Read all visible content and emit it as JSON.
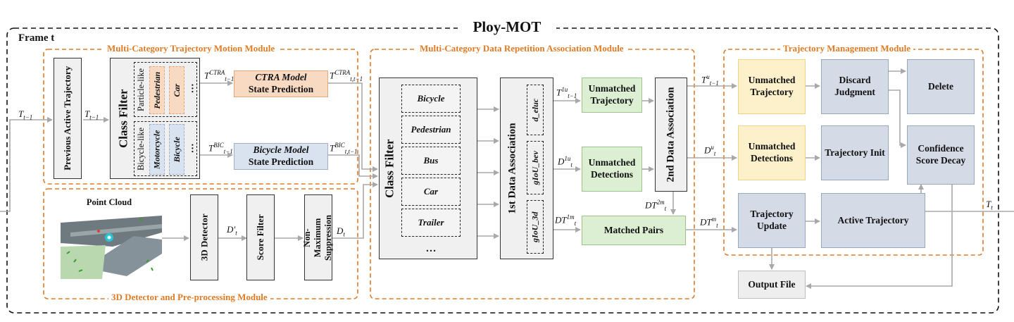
{
  "title": "Ploy-MOT",
  "frame_label": "Frame t",
  "modules": {
    "motion": "Multi-Category Trajectory Motion Module",
    "association": "Multi-Category Data Repetition Association Module",
    "management": "Trajectory Management Module",
    "detector": "3D Detector and Pre-processing Module"
  },
  "motion": {
    "previous_active": "Previous Active Trajectory",
    "class_filter": "Class Filter",
    "particle_like": "Particle-like",
    "pedestrian": "Pedestrian",
    "car": "Car",
    "bicycle_like": "Bicycle-like",
    "motorcycle": "Motorcycle",
    "bicycle": "Bicycle",
    "ellipsis": "…",
    "ctra_title": "CTRA Model",
    "ctra_sub": "State Prediction",
    "bicycle_title": "Bicycle Model",
    "bicycle_sub": "State Prediction"
  },
  "detector": {
    "point_cloud": "Point Cloud",
    "detector_3d": "3D Detector",
    "score_filter": "Score Filter",
    "nms": "Non-Maximum Suppression"
  },
  "association": {
    "class_filter": "Class Filter",
    "classes": [
      "Bicycle",
      "Pedestrian",
      "Bus",
      "Car",
      "Trailer"
    ],
    "ellipsis": "…",
    "first_assoc": "1st Data Association",
    "metrics": [
      "d_eluc",
      "gIoU_bev",
      "gIoU_3d"
    ],
    "unmatched_traj": "Unmatched Trajectory",
    "unmatched_det": "Unmatched Detections",
    "matched_pairs": "Matched Pairs",
    "second_assoc": "2nd Data Association"
  },
  "management": {
    "unmatched_traj": "Unmatched Trajectory",
    "discard": "Discard Judgment",
    "delete": "Delete",
    "unmatched_det": "Unmatched Detections",
    "traj_init": "Trajectory Init",
    "confidence": "Confidence Score Decay",
    "traj_update": "Trajectory Update",
    "active_traj": "Active Trajectory",
    "output_file": "Output File"
  },
  "colors": {
    "module_border": "#e07b25",
    "ctra": "#f8d9c2",
    "bicycle_model": "#d9e2ef",
    "green": "#dcefd3",
    "yellow": "#fdf1cc",
    "slate": "#d5dbe6",
    "gray": "#f0f0f0"
  }
}
